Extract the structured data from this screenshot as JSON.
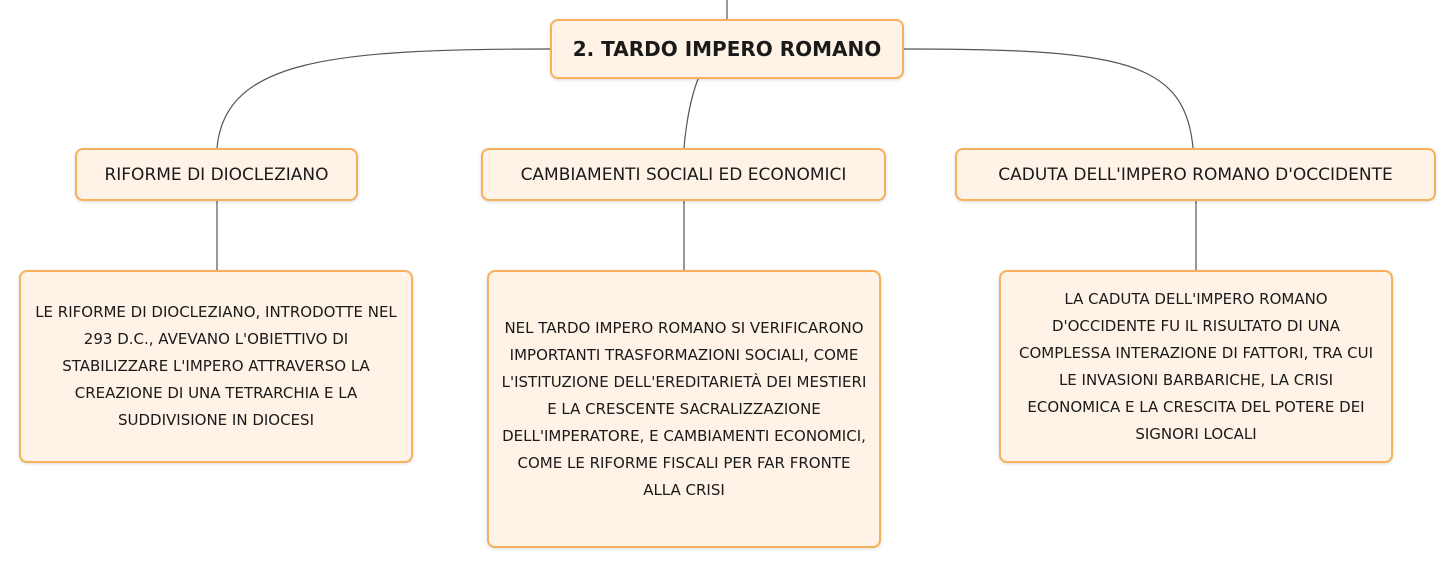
{
  "root": {
    "title": "2. TARDO IMPERO ROMANO"
  },
  "branches": [
    {
      "topic": "RIFORME DI DIOCLEZIANO",
      "detail": "LE RIFORME DI DIOCLEZIANO, INTRODOTTE NEL 293 D.C., AVEVANO L'OBIETTIVO DI STABILIZZARE L'IMPERO ATTRAVERSO LA CREAZIONE DI UNA TETRARCHIA E LA SUDDIVISIONE IN DIOCESI"
    },
    {
      "topic": "CAMBIAMENTI SOCIALI ED ECONOMICI",
      "detail": "NEL TARDO IMPERO ROMANO SI VERIFICARONO IMPORTANTI TRASFORMAZIONI SOCIALI, COME L'ISTITUZIONE DELL'EREDITARIETÀ DEI MESTIERI E LA CRESCENTE SACRALIZZAZIONE DELL'IMPERATORE, E CAMBIAMENTI ECONOMICI, COME LE RIFORME FISCALI PER FAR FRONTE ALLA CRISI"
    },
    {
      "topic": "CADUTA DELL'IMPERO ROMANO D'OCCIDENTE",
      "detail": "LA CADUTA DELL'IMPERO ROMANO D'OCCIDENTE FU IL RISULTATO DI UNA COMPLESSA INTERAZIONE DI FATTORI, TRA CUI LE INVASIONI BARBARICHE, LA CRISI ECONOMICA E LA CRESCITA DEL POTERE DEI SIGNORI LOCALI"
    }
  ],
  "colors": {
    "node_fill": "#fef3e6",
    "node_border": "#f5b25a",
    "connector": "#555555"
  }
}
